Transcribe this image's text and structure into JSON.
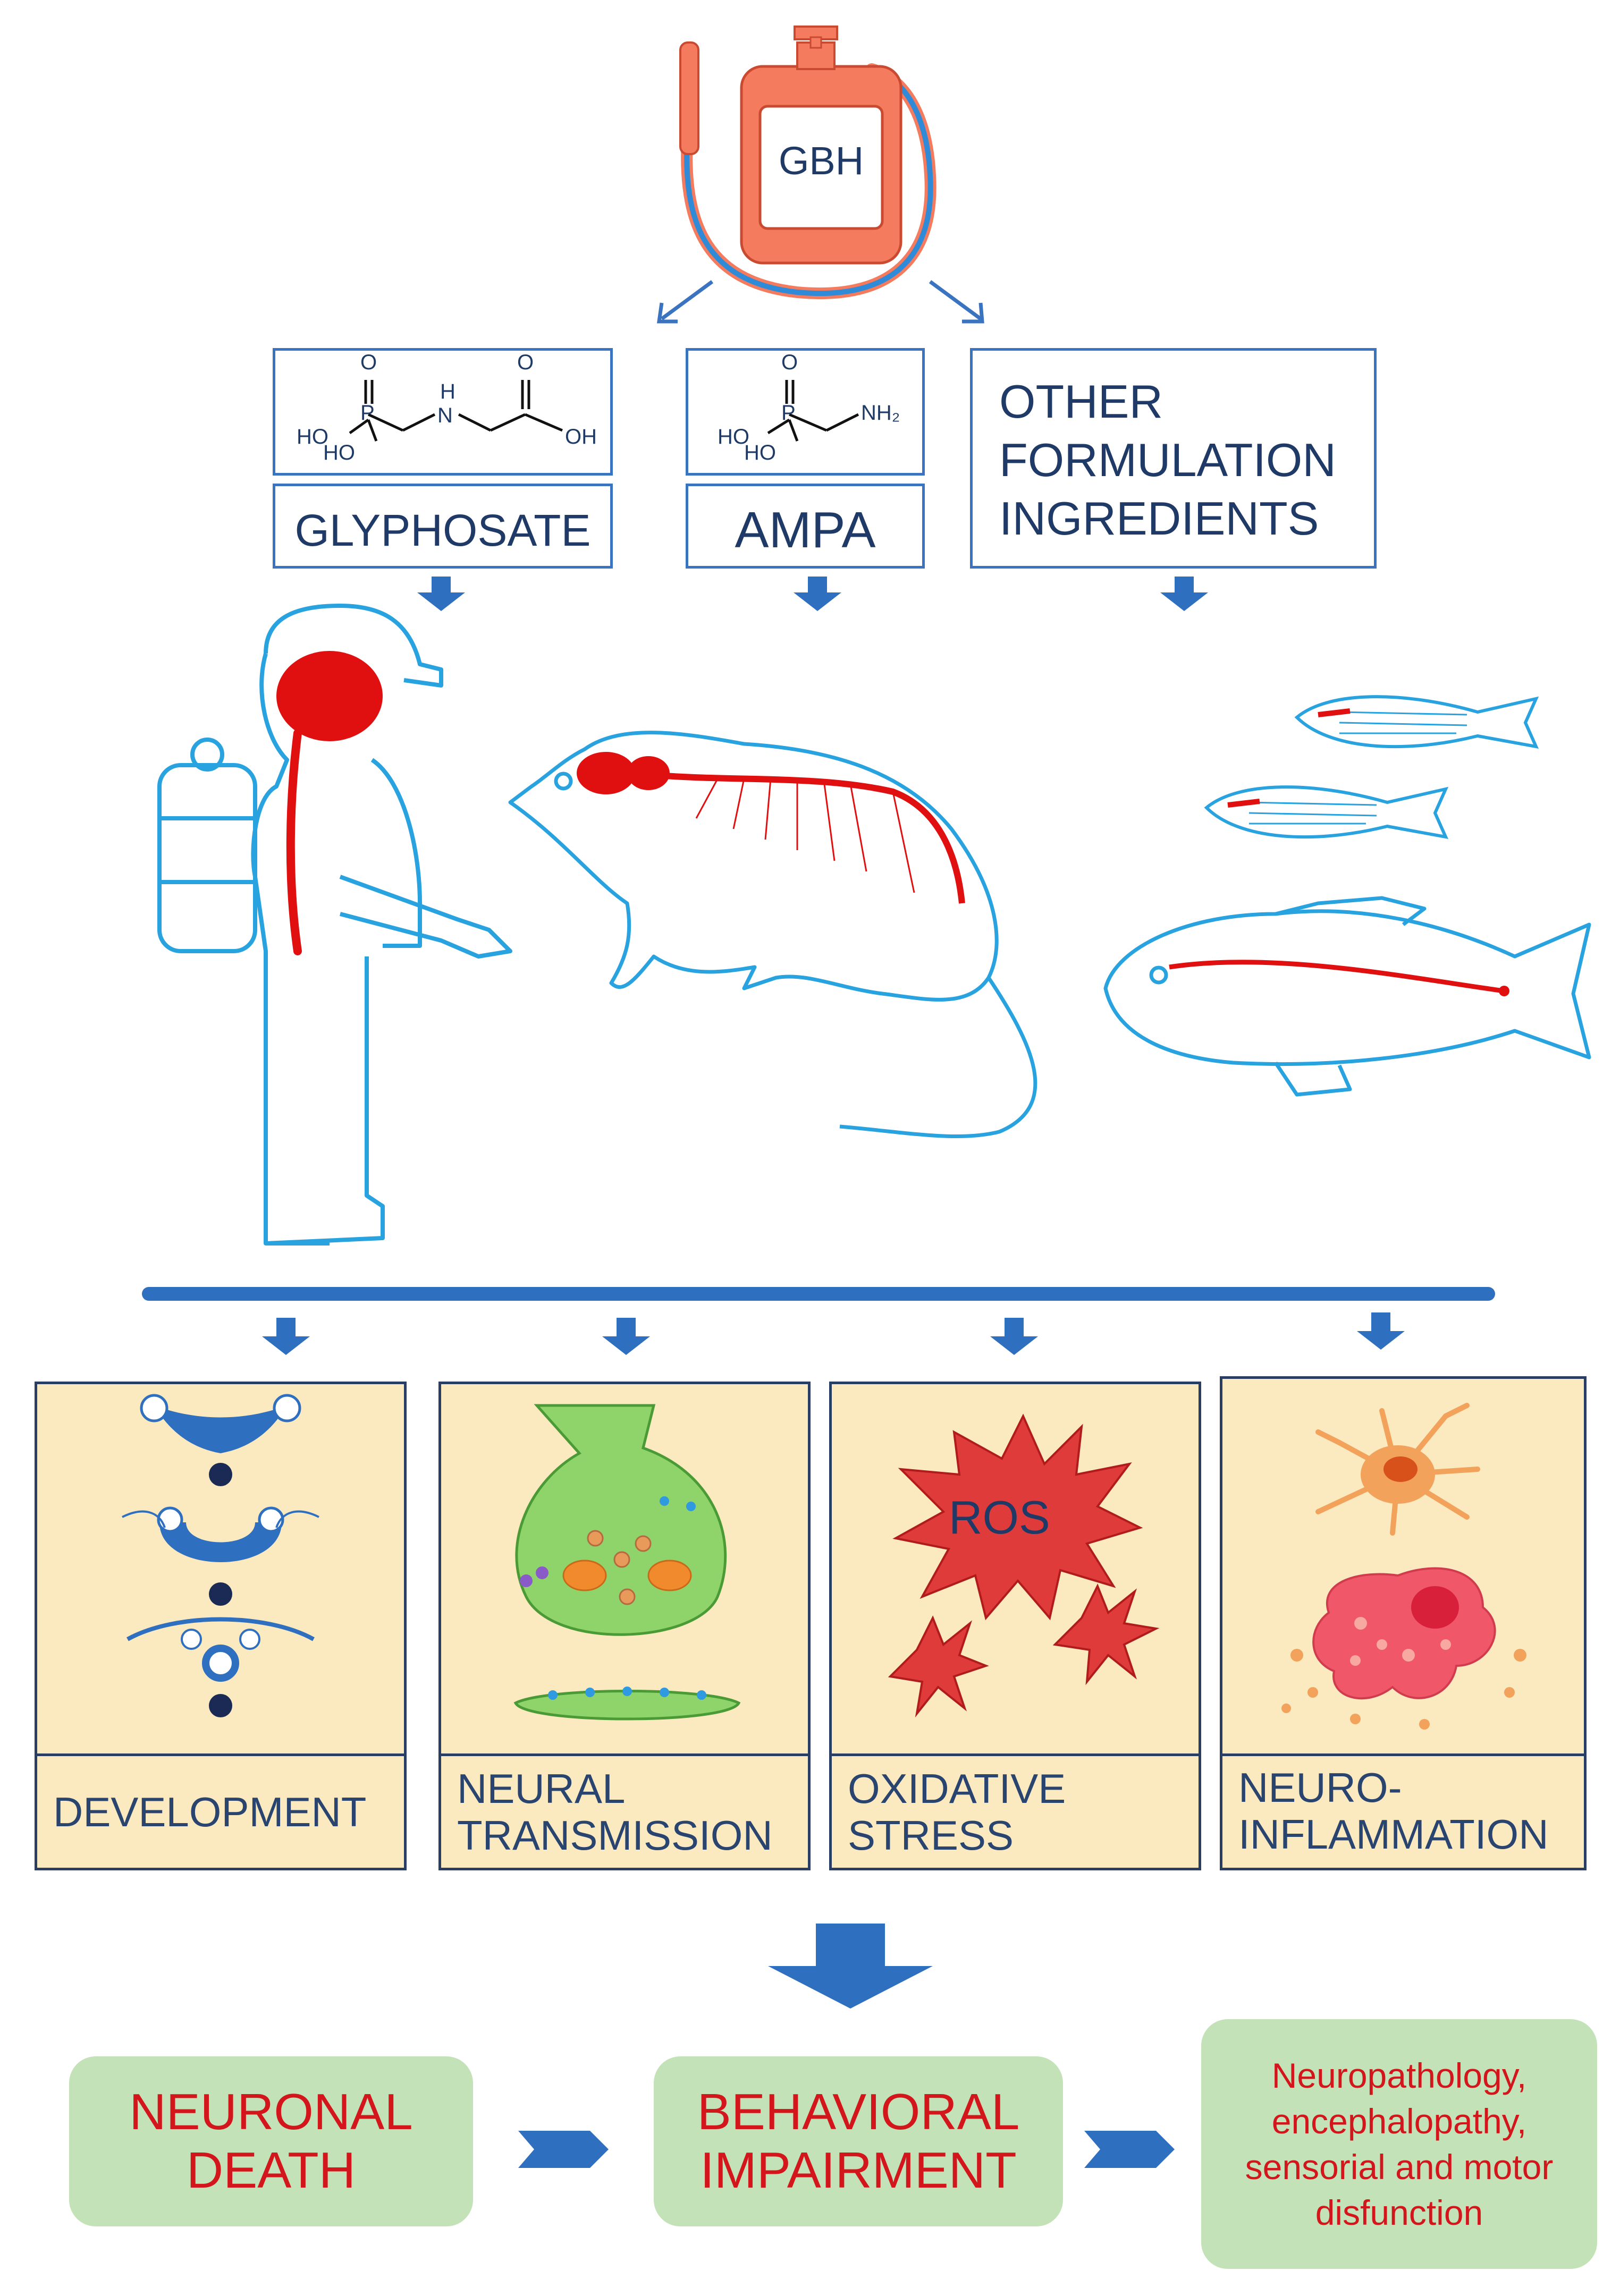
{
  "source": {
    "label": "GBH"
  },
  "compounds": [
    {
      "name": "GLYPHOSATE",
      "structure_atoms": [
        "O",
        "P",
        "HO",
        "HO",
        "H",
        "N",
        "O",
        "OH"
      ]
    },
    {
      "name": "AMPA",
      "structure_atoms": [
        "O",
        "P",
        "HO",
        "HO",
        "NH₂"
      ]
    }
  ],
  "other_ingredients": {
    "line1": "OTHER",
    "line2": "FORMULATION",
    "line3": "INGREDIENTS"
  },
  "mechanisms": [
    {
      "line1": "DEVELOPMENT",
      "line2": ""
    },
    {
      "line1": "NEURAL",
      "line2": "TRANSMISSION"
    },
    {
      "line1": "OXIDATIVE",
      "line2": "STRESS",
      "icon_text": "ROS"
    },
    {
      "line1": "NEURO-",
      "line2": "INFLAMMATION"
    }
  ],
  "outcomes": [
    {
      "line1": "NEURONAL",
      "line2": "DEATH"
    },
    {
      "line1": "BEHAVIORAL",
      "line2": "IMPAIRMENT"
    },
    {
      "line1": "Neuropathology,",
      "line2": "encephalopathy,",
      "line3": "sensorial and motor",
      "line4": "disfunction"
    }
  ],
  "colors": {
    "primary_blue": "#2f6fc0",
    "outline_blue": "#29a3e0",
    "brain_red": "#e01010",
    "sprayer_orange": "#f47b5e",
    "panel_yellow": "#fbe9c0",
    "outcome_green": "#c3e2b8",
    "outcome_text": "#d2161c"
  }
}
